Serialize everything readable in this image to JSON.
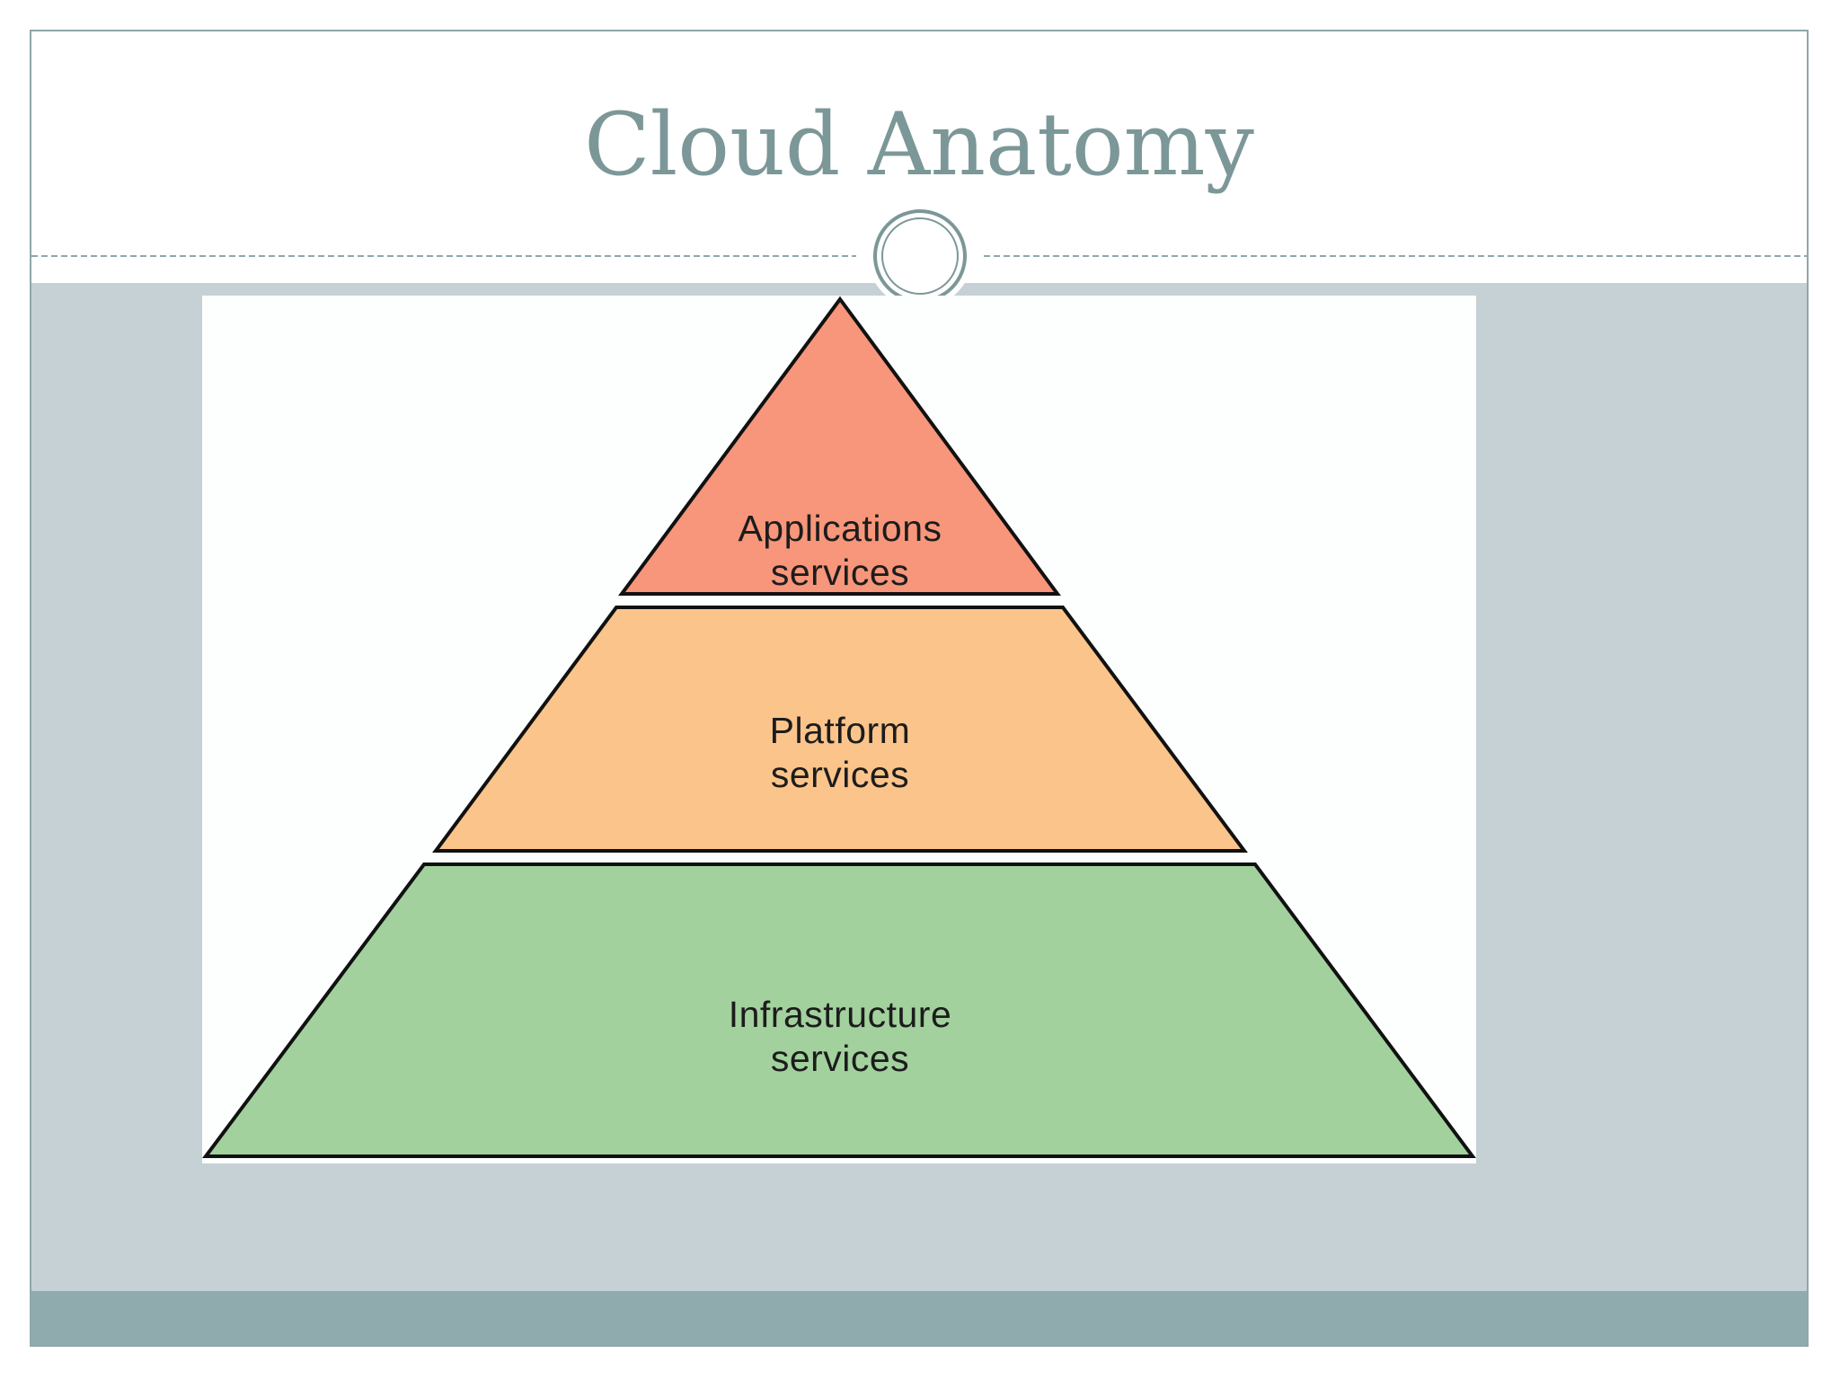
{
  "slide": {
    "title": "Cloud Anatomy"
  },
  "theme": {
    "title_color": "#7c9797",
    "content_band_color": "#c5d1d5",
    "footer_band_color": "#8fabae",
    "separator_color": "#8fa7ab"
  },
  "pyramid": {
    "layers": [
      {
        "line1": "Applications",
        "line2": "services",
        "color": "#f7967a"
      },
      {
        "line1": "Platform",
        "line2": "services",
        "color": "#fbc48b"
      },
      {
        "line1": "Infrastructure",
        "line2": "services",
        "color": "#a2d19e"
      }
    ]
  }
}
